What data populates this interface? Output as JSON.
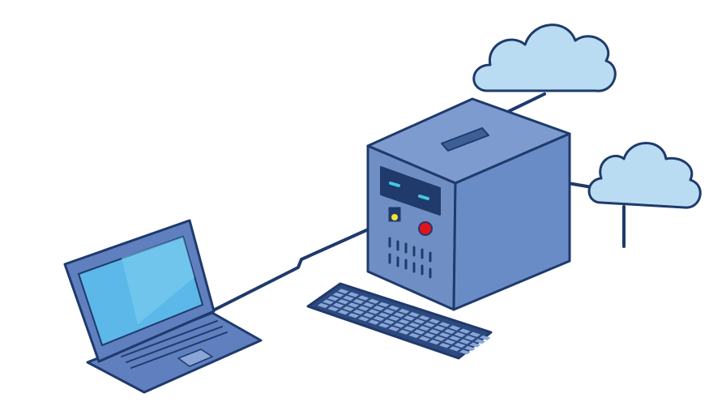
{
  "illustration": {
    "subjects": [
      "laptop",
      "server-tower",
      "keyboard",
      "cloud",
      "cloud"
    ],
    "colors": {
      "outline": "#1f3a6b",
      "server_front": "#6f8fc4",
      "server_side": "#6a8cc6",
      "server_top": "#7d9bcf",
      "laptop_body": "#5f7fbf",
      "laptop_screen": "#5bb8e8",
      "cloud_fill": "#b9dcf2",
      "display_panel": "#1f3a6b",
      "display_led": "#45c8e0",
      "power_button": "#e3131b",
      "port_led": "#f2e232",
      "keyboard": "#2c4a80",
      "keys": "#8aa6d6"
    }
  }
}
